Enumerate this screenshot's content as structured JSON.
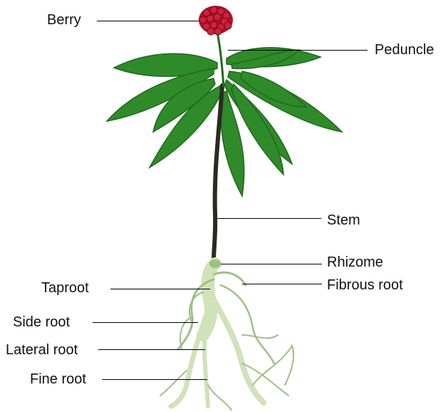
{
  "labels": {
    "berry": "Berry",
    "peduncle": "Peduncle",
    "stem": "Stem",
    "rhizome": "Rhizome",
    "taproot": "Taproot",
    "fibrous_root": "Fibrous root",
    "side_root": "Side root",
    "lateral_root": "Lateral root",
    "fine_root": "Fine root"
  },
  "colors": {
    "leaf": "#2f8a2a",
    "leaf_dark": "#1e6a1c",
    "leaf_vein": "#8fd07a",
    "berry": "#b3122b",
    "stem": "#2a2a22",
    "root": "#cfe2b8",
    "root_dark": "#9fbf86"
  }
}
